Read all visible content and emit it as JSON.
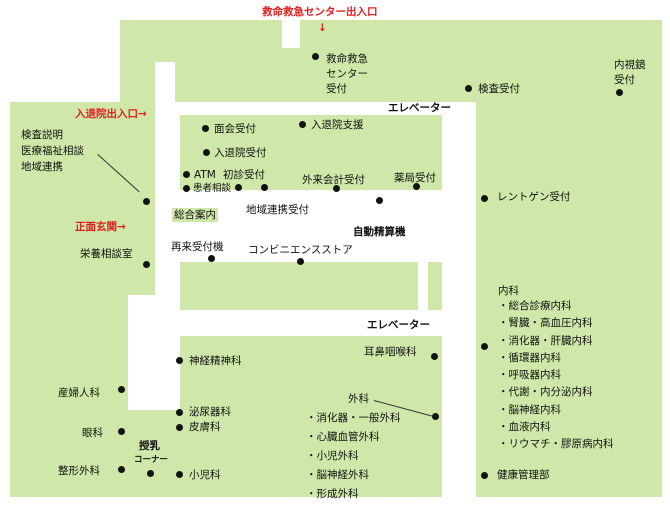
{
  "colors": {
    "floor": "#cfe7a9",
    "corridor": "#ffffff",
    "entrance_text": "#e0201e",
    "marker": "#111111"
  },
  "entrances": {
    "emergency": "救命救急センター出入口",
    "emergency_arrow": "↓",
    "admission": "入退院出入口→",
    "main": "正面玄関→"
  },
  "elevators": {
    "upper": "エレベーター",
    "lower": "エレベーター"
  },
  "labels": {
    "emergency_center": [
      "救命救急",
      "センター",
      "受付"
    ],
    "endoscopy": [
      "内視鏡",
      "受付"
    ],
    "exam_reception": "検査受付",
    "exam_explanation": [
      "検査説明",
      "医療福祉相談",
      "地域連携"
    ],
    "visitor_reception": "面会受付",
    "admission_support": "入退院支援",
    "admission_reception": "入退院受付",
    "atm": "ATM",
    "patient_consultation": "患者相談",
    "first_visit": "初診受付",
    "outpatient_billing": "外来会計受付",
    "pharmacy": "薬局受付",
    "xray": "レントゲン受付",
    "info": "総合案内",
    "regional": "地域連携受付",
    "auto_payment": "自動精算機",
    "nutrition": "栄養相談室",
    "revisit_machine": "再来受付機",
    "convenience_store": "コンビニエンスストア",
    "psychiatry": "神経精神科",
    "ent": "耳鼻咽喉科",
    "obgyn": "産婦人科",
    "urology": "泌尿器科",
    "dermatology": "皮膚科",
    "ophthalmology": "眼科",
    "nursing_room": [
      "授乳",
      "コーナー"
    ],
    "orthopedics": "整形外科",
    "pediatrics": "小児科",
    "health_mgmt": "健康管理部"
  },
  "surgery": {
    "title": "外科",
    "items": [
      "・消化器・一般外科",
      "・心臓血管外科",
      "・小児外科",
      "・脳神経外科",
      "・形成外科"
    ]
  },
  "internal": {
    "title": "内科",
    "items": [
      "・総合診療内科",
      "・腎臓・高血圧内科",
      "・消化器・肝臓内科",
      "・循環器内科",
      "・呼吸器内科",
      "・代謝・内分泌内科",
      "・脳神経内科",
      "・血液内科",
      "・リウマチ・膠原病内科"
    ]
  }
}
